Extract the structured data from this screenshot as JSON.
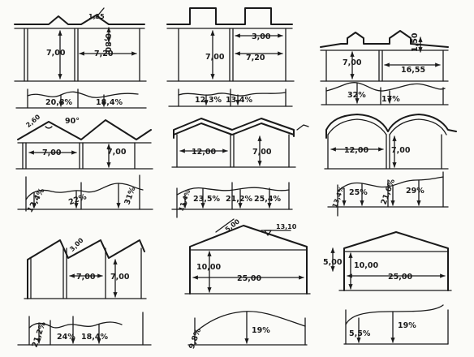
{
  "panels": [
    {
      "id": "p1",
      "section": {
        "dims": [
          "1,55",
          "0,80",
          "7,00",
          "7,20"
        ]
      },
      "daylight": {
        "percents": [
          "20,8%",
          "18,4%"
        ]
      }
    },
    {
      "id": "p2",
      "section": {
        "dims": [
          "3,00",
          "7,00",
          "7,20"
        ]
      },
      "daylight": {
        "percents": [
          "12,3%",
          "13,4%"
        ]
      }
    },
    {
      "id": "p3",
      "section": {
        "dims": [
          "1,50",
          "7,00",
          "16,55"
        ]
      },
      "daylight": {
        "percents": [
          "32%",
          "17%"
        ]
      }
    },
    {
      "id": "p4",
      "section": {
        "dims": [
          "2,60",
          "90°",
          "7,00",
          "7,00"
        ]
      },
      "daylight": {
        "percents": [
          "12,4%",
          "22%",
          "31%"
        ]
      }
    },
    {
      "id": "p5",
      "section": {
        "dims": [
          "12,00",
          "7,00"
        ]
      },
      "daylight": {
        "percents": [
          "11,4%",
          "23,5%",
          "21,2%",
          "25,4%"
        ]
      }
    },
    {
      "id": "p6",
      "section": {
        "dims": [
          "12,00",
          "7,00"
        ]
      },
      "daylight": {
        "percents": [
          "13,4%",
          "25%",
          "21,6%",
          "29%"
        ]
      }
    },
    {
      "id": "p7",
      "section": {
        "dims": [
          "3,00",
          "7,00",
          "7,00"
        ]
      },
      "daylight": {
        "percents": [
          "21,2%",
          "24%",
          "18,4%"
        ]
      }
    },
    {
      "id": "p8",
      "section": {
        "dims": [
          "5,00",
          "13,10",
          "10,00",
          "25,00"
        ]
      },
      "daylight": {
        "percents": [
          "9,8%",
          "19%"
        ]
      }
    },
    {
      "id": "p9",
      "section": {
        "dims": [
          "5,00",
          "10,00",
          "25,00"
        ]
      },
      "daylight": {
        "percents": [
          "5,5%",
          "19%"
        ]
      }
    }
  ]
}
